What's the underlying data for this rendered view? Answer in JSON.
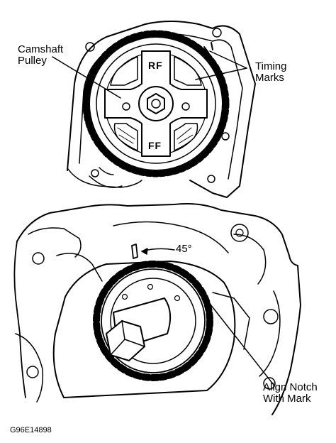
{
  "labels": {
    "camshaft_line1": "Camshaft",
    "camshaft_line2": "Pulley",
    "timing_line1": "Timing",
    "timing_line2": "Marks",
    "angle": "45°",
    "align_line1": "Align Notch",
    "align_line2": "With Mark"
  },
  "pulley_stamps": {
    "top": "RF",
    "bottom": "FF"
  },
  "figure_code": "G96E14898"
}
